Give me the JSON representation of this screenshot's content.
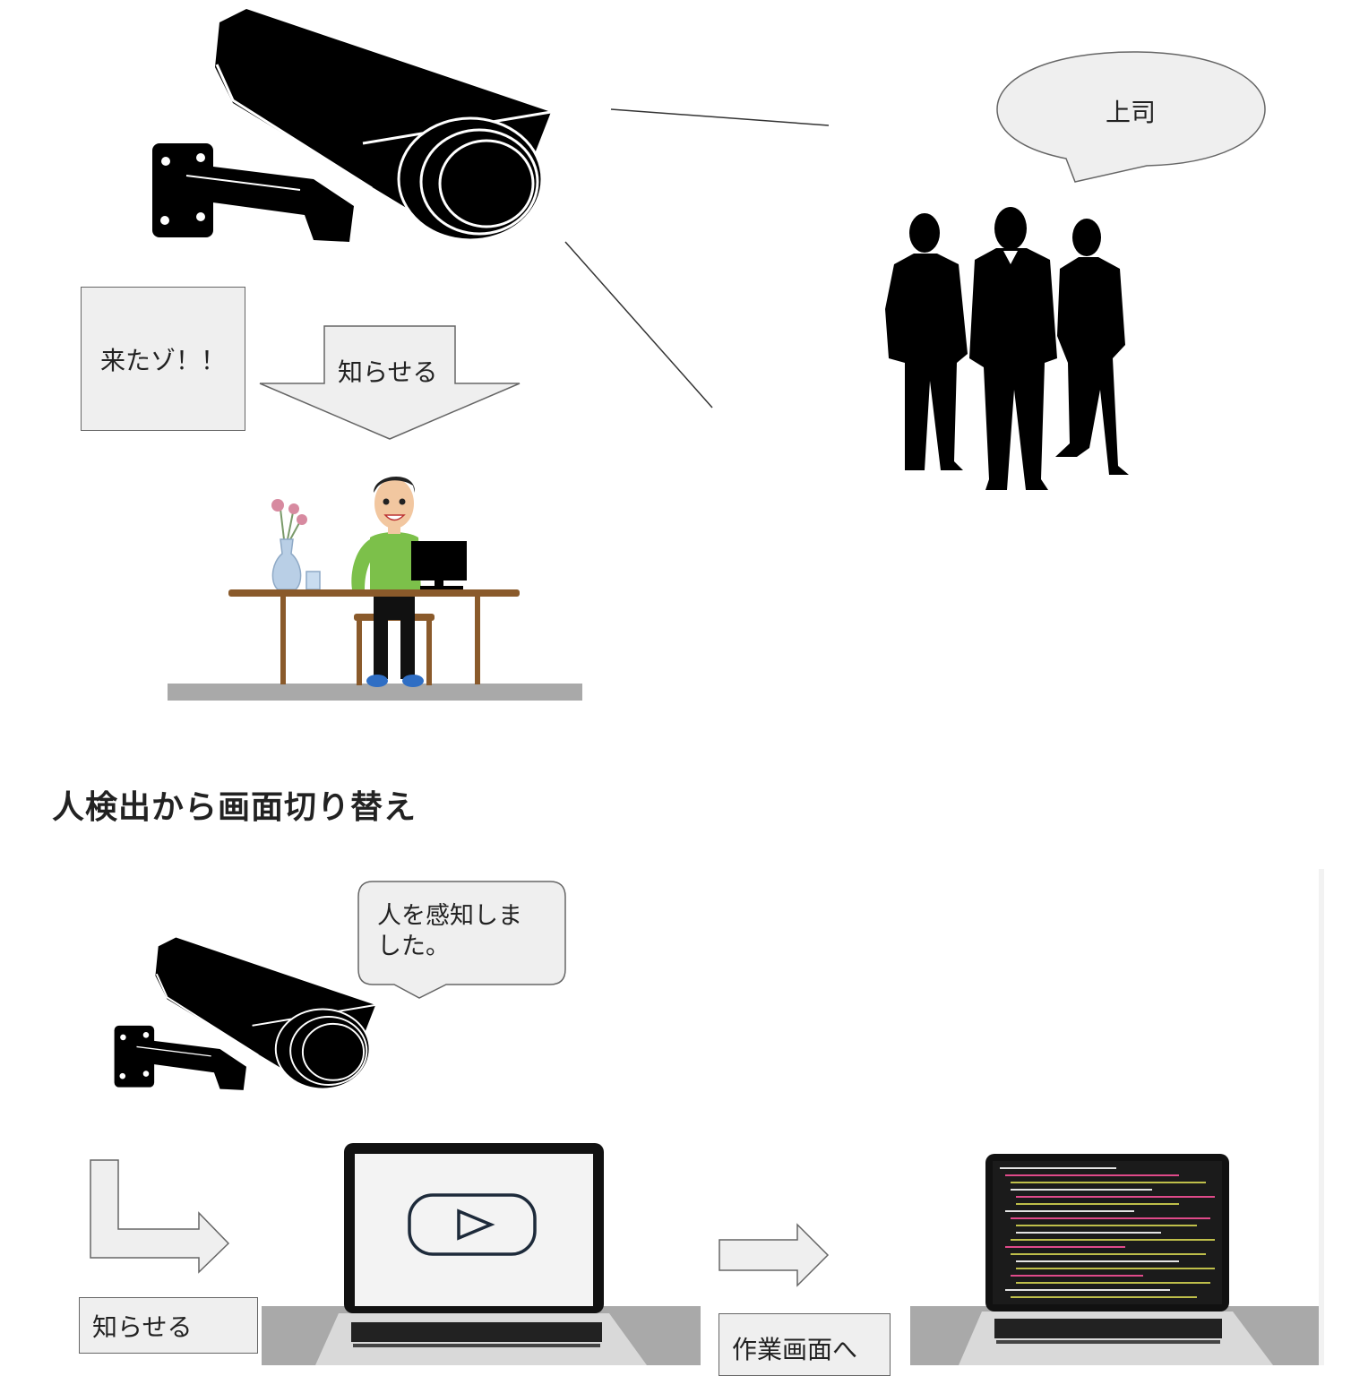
{
  "top_section": {
    "boss_bubble": "上司",
    "alert_box": "来たゾ！！",
    "notify_arrow_label": "知らせる"
  },
  "heading": "人検出から画面切り替え",
  "bottom_section": {
    "camera_bubble": "人を感知しました。",
    "camera_bubble_line1": "人を感知しま",
    "camera_bubble_line2": "した。",
    "notify_label": "知らせる",
    "work_screen_label": "作業画面へ"
  },
  "colors": {
    "box_fill": "#efefef",
    "box_stroke": "#666666",
    "shirt_green": "#7cc04a",
    "desk_brown": "#8a5a2b",
    "floor_gray": "#a9a9a9"
  }
}
